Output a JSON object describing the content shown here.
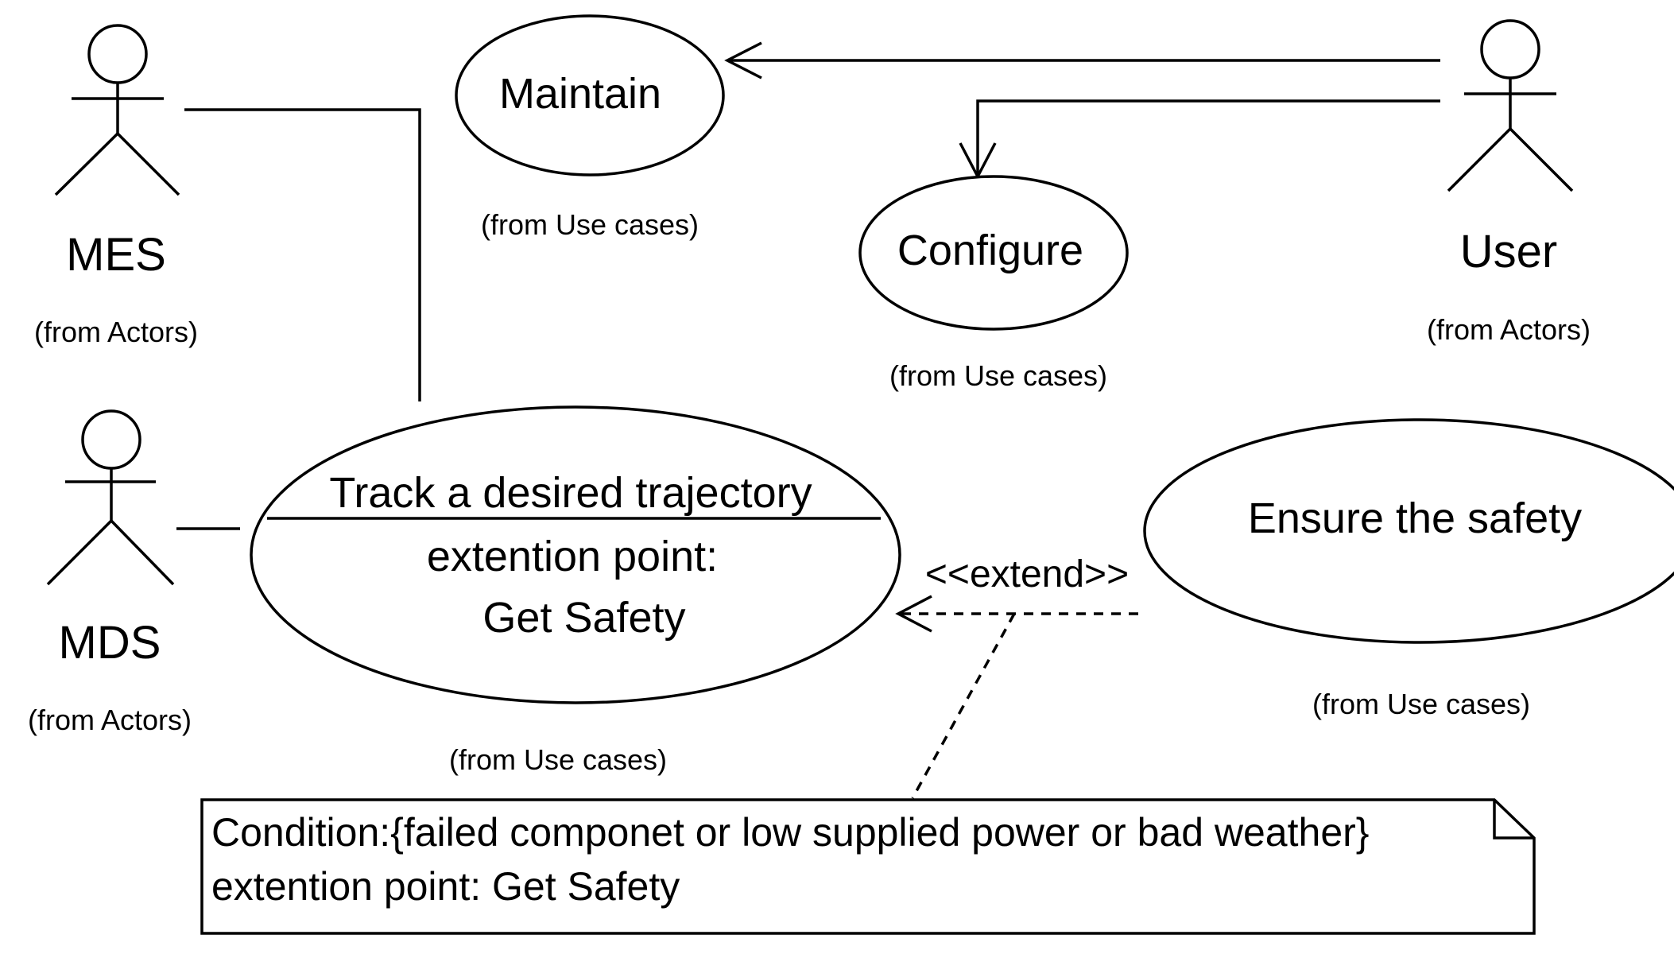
{
  "actors": {
    "mes": {
      "name": "MES",
      "origin": "(from Actors)"
    },
    "mds": {
      "name": "MDS",
      "origin": "(from Actors)"
    },
    "user": {
      "name": "User",
      "origin": "(from Actors)"
    }
  },
  "use_cases": {
    "maintain": {
      "name": "Maintain",
      "origin": "(from Use cases)"
    },
    "configure": {
      "name": "Configure",
      "origin": "(from Use cases)"
    },
    "track": {
      "name": "Track a desired trajectory",
      "extension_label": "extention point:",
      "extension_point": "Get Safety",
      "origin": "(from Use cases)"
    },
    "safety": {
      "name": "Ensure the safety",
      "origin": "(from Use cases)"
    }
  },
  "relations": {
    "extend_stereotype": "<<extend>>"
  },
  "note": {
    "line1": "Condition:{failed componet or low supplied power or bad weather}",
    "line2": "extention point: Get Safety"
  }
}
